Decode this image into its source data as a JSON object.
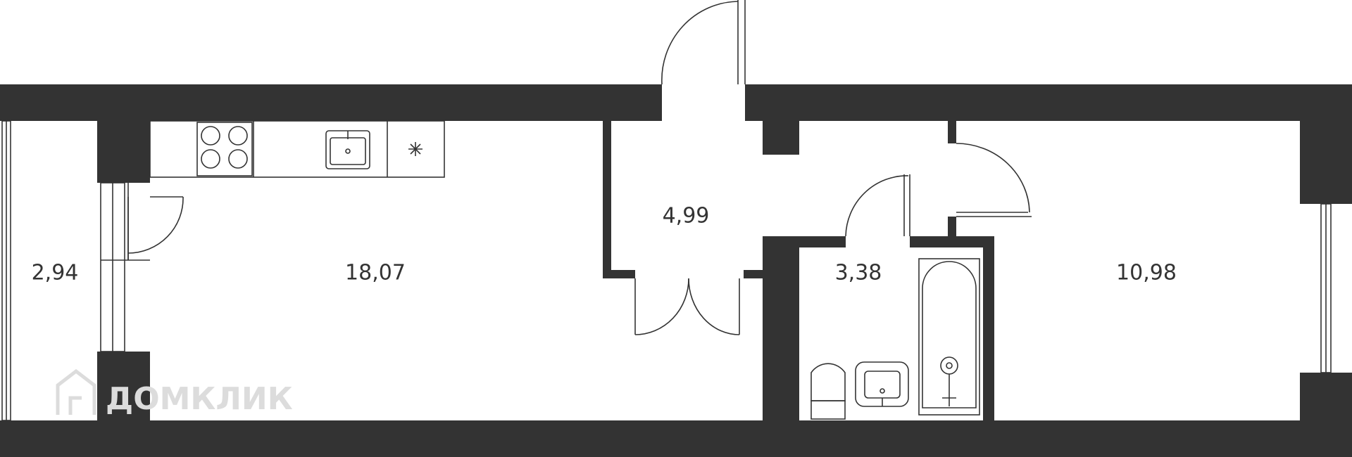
{
  "plan": {
    "rooms": [
      {
        "id": "balcony",
        "area": "2,94"
      },
      {
        "id": "kitchen-living",
        "area": "18,07"
      },
      {
        "id": "hallway",
        "area": "4,99"
      },
      {
        "id": "bathroom",
        "area": "3,38"
      },
      {
        "id": "bedroom",
        "area": "10,98"
      }
    ],
    "watermark": {
      "text": "ДОМКЛИК"
    },
    "colors": {
      "wall": "#333333",
      "background": "#ffffff",
      "watermark": "#dcdcdc"
    },
    "icons": [
      "stove-icon",
      "sink-icon",
      "fridge-icon",
      "toilet-icon",
      "washbasin-icon",
      "bathtub-icon",
      "door-swing-icon",
      "window-icon"
    ]
  }
}
